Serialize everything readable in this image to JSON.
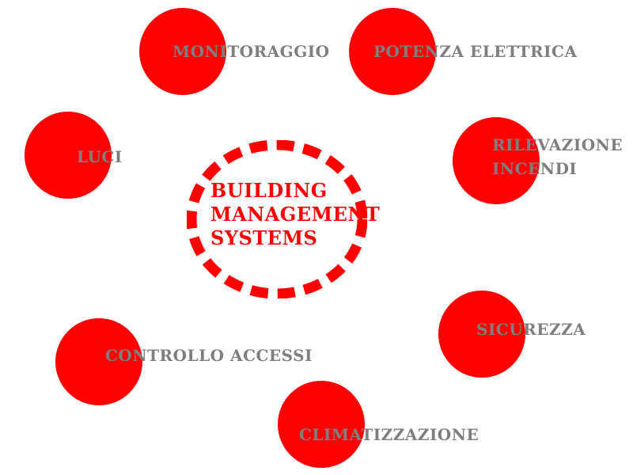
{
  "colors": {
    "node_fill": "#ff0000",
    "label_text": "#7f7f7f",
    "center_text": "#ff0000",
    "center_ring": "#ff0000",
    "background": "#ffffff"
  },
  "center": {
    "title_lines": [
      "BUILDING",
      "MANAGEMENT",
      "SYSTEMS"
    ]
  },
  "nodes": {
    "monitoraggio": "MONITORAGGIO",
    "potenza": "POTENZA ELETTRICA",
    "luci": "LUCI",
    "rilevazione_line1": "RILEVAZIONE",
    "rilevazione_line2": "INCENDI",
    "sicurezza": "SICUREZZA",
    "controllo": "CONTROLLO ACCESSI",
    "climatizzazione": "CLIMATIZZAZIONE"
  }
}
